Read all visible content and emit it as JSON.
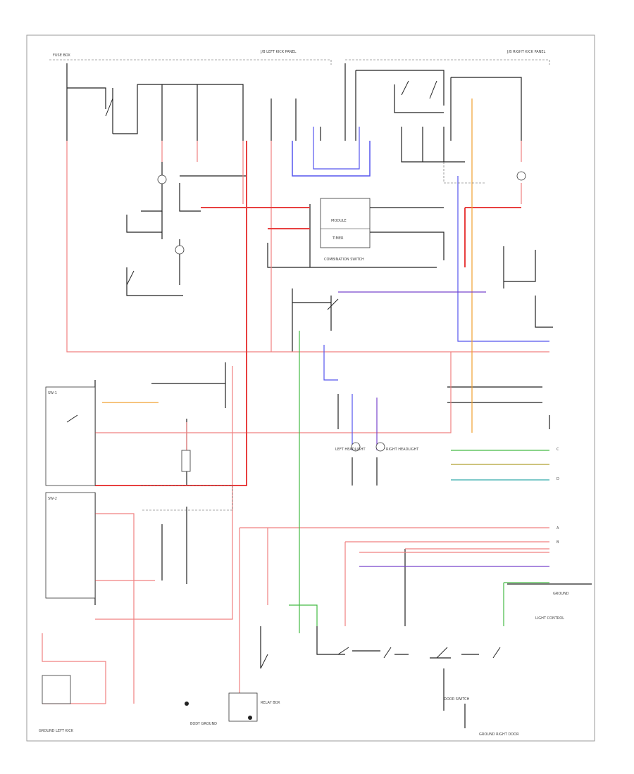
{
  "labels": {
    "fuse_box": "FUSE BOX",
    "junction_top_left": "J/B LEFT KICK PANEL",
    "junction_top_right": "J/B RIGHT KICK PANEL",
    "module": "MODULE",
    "timer": "TIMER",
    "switch_upper": "SW-1",
    "switch_lower": "SW-2",
    "left_headlight": "LEFT HEADLIGHT",
    "right_headlight": "RIGHT HEADLIGHT",
    "relay_box": "RELAY BOX",
    "door_switch": "DOOR SWITCH",
    "combination_switch": "COMBINATION SWITCH",
    "ground": "GROUND",
    "footer_left": "GROUND LEFT KICK",
    "footer_mid": "BODY GROUND",
    "footer_right": "GROUND RIGHT DOOR",
    "light_ctrl": "LIGHT CONTROL",
    "pos_a": "A",
    "pos_b": "B",
    "pos_c": "C",
    "pos_d": "D"
  }
}
